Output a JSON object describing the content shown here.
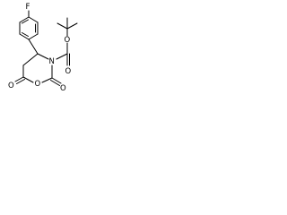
{
  "molecule": {
    "atoms": {
      "fluorine": "F",
      "nitrogen": "N",
      "ring_oxygen": "O",
      "carbamate_carbonyl_oxygen": "O",
      "carbamate_ester_oxygen": "O",
      "lactone_carbonyl_oxygen": "O",
      "ring_carbonyl_oxygen": "O"
    },
    "colors": {
      "bond": "#000000",
      "label": "#000000",
      "background": "#ffffff"
    }
  }
}
